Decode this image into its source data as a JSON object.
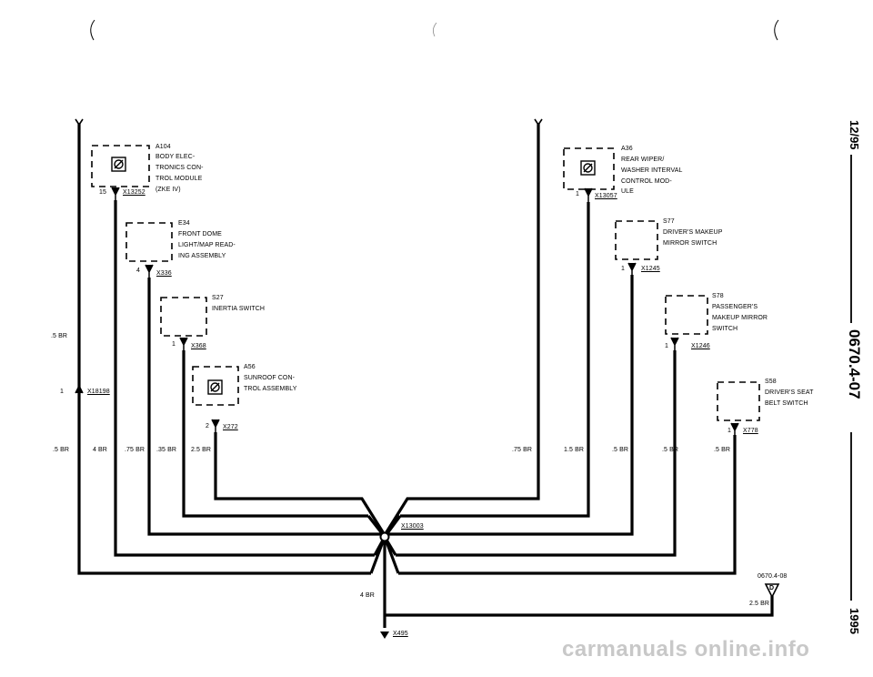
{
  "components": {
    "a104": {
      "code": "A104",
      "lines": [
        "BODY ELEC-",
        "TRONICS CON-",
        "TROL MODULE",
        "(ZKE IV)"
      ],
      "pin": "15",
      "connector": "X13252"
    },
    "e34": {
      "code": "E34",
      "lines": [
        "FRONT DOME",
        "LIGHT/MAP READ-",
        "ING ASSEMBLY"
      ],
      "pin": "4",
      "connector": "X336"
    },
    "s27": {
      "code": "S27",
      "lines": [
        "INERTIA SWITCH"
      ],
      "pin": "1",
      "connector": "X368"
    },
    "a56": {
      "code": "A56",
      "lines": [
        "SUNROOF CON-",
        "TROL ASSEMBLY"
      ],
      "pin": "2",
      "connector": "X272"
    },
    "a36": {
      "code": "A36",
      "lines": [
        "REAR WIPER/",
        "WASHER INTERVAL",
        "CONTROL MOD-",
        "ULE"
      ],
      "pin": "1",
      "connector": "X13057"
    },
    "s77": {
      "code": "S77",
      "lines": [
        "DRIVER'S MAKEUP",
        "MIRROR SWITCH"
      ],
      "pin": "1",
      "connector": "X1245"
    },
    "s78": {
      "code": "S78",
      "lines": [
        "PASSENGER'S",
        "MAKEUP MIRROR",
        "SWITCH"
      ],
      "pin": "1",
      "connector": "X1246"
    },
    "s58": {
      "code": "S58",
      "lines": [
        "DRIVER'S SEAT",
        "BELT SWITCH"
      ],
      "pin": "1",
      "connector": "X778"
    }
  },
  "left_connector": {
    "pin": "1",
    "code": "X18198"
  },
  "wires": {
    "w_left_top": ".5 BR",
    "w_left_bottom": ".5 BR",
    "w_a104": "4 BR",
    "w_e34": ".75 BR",
    "w_s27": ".35 BR",
    "w_a56": "2.5 BR",
    "w_a36": ".75 BR",
    "w_s77": "1.5 BR",
    "w_s78": ".5 BR",
    "w_s58a": ".5 BR",
    "w_s58b": ".5 BR",
    "w_ground": "4 BR",
    "w_ref": "2.5 BR"
  },
  "splice": "X13003",
  "ground": "X495",
  "reference": {
    "page": "0670.4-08",
    "letter": "D"
  },
  "side": {
    "date": "12/95",
    "page": "0670.4-07",
    "year": "1995"
  },
  "watermark": "carmanuals online.info"
}
